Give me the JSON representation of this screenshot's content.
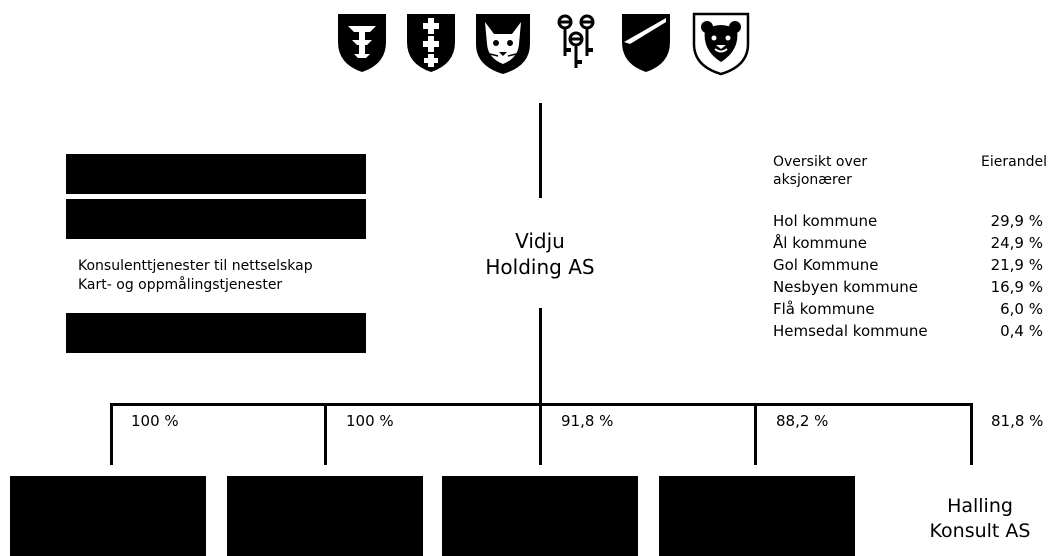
{
  "holding": {
    "name_line1": "Vidju",
    "name_line2": "Holding AS"
  },
  "services": {
    "line1": "Konsulenttjenester til nettselskap",
    "line2": "Kart- og oppmålingstjenester"
  },
  "shareholders": {
    "header_label_line1": "Oversikt over",
    "header_label_line2": "aksjonærer",
    "header_share": "Eierandel",
    "rows": [
      {
        "name": "Hol kommune",
        "share": "29,9 %"
      },
      {
        "name": "Ål kommune",
        "share": "24,9 %"
      },
      {
        "name": "Gol Kommune",
        "share": "21,9 %"
      },
      {
        "name": "Nesbyen kommune",
        "share": "16,9 %"
      },
      {
        "name": "Flå kommune",
        "share": "6,0 %"
      },
      {
        "name": "Hemsedal kommune",
        "share": "0,4 %"
      }
    ]
  },
  "subsidiaries": {
    "ownership": [
      "100 %",
      "100 %",
      "91,8 %",
      "88,2 %",
      "81,8 %"
    ],
    "last_company_line1": "Halling",
    "last_company_line2": "Konsult AS"
  },
  "icons": [
    "anvil-shield-icon",
    "cross-shield-icon",
    "lynx-shield-icon",
    "keys-icon",
    "wing-shield-icon",
    "bear-shield-icon"
  ]
}
